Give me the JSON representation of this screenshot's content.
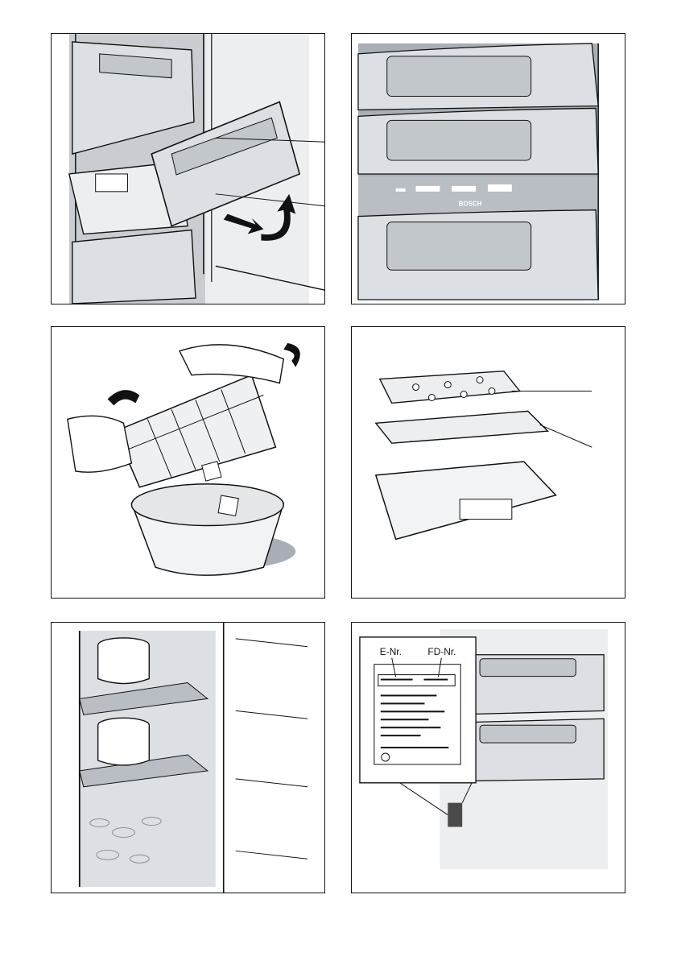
{
  "figure2": {
    "brand": "BOSCH"
  },
  "figure6": {
    "label_e_nr": "E-Nr.",
    "label_fd_nr": "FD-Nr."
  },
  "colors": {
    "ink": "#111111",
    "drawer": "#dcdfe3",
    "drawer_shade": "#a9afb6",
    "gray": "#8a8f94",
    "dark": "#4a4a4a"
  }
}
